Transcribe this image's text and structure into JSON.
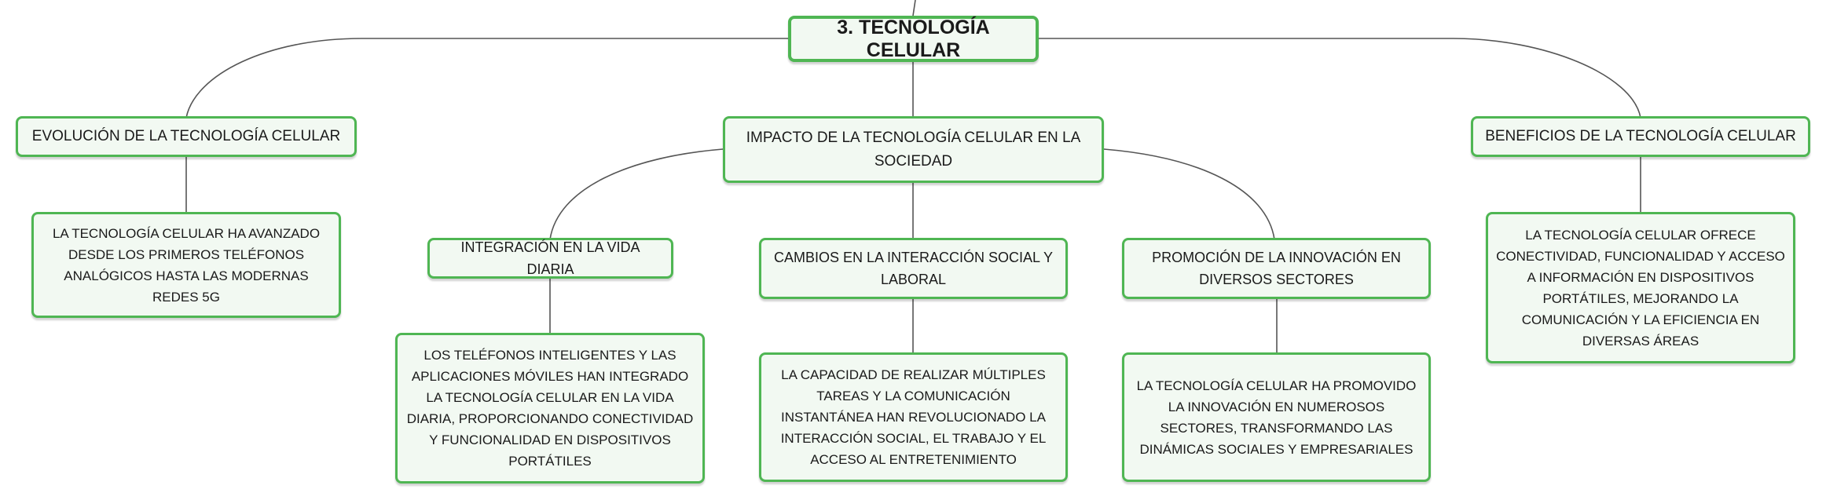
{
  "map": {
    "root": "3. TECNOLOGÍA CELULAR",
    "evolucion": {
      "title": "EVOLUCIÓN DE LA TECNOLOGÍA CELULAR",
      "detail": "LA TECNOLOGÍA CELULAR HA AVANZADO DESDE LOS PRIMEROS TELÉFONOS ANALÓGICOS HASTA LAS MODERNAS REDES 5G"
    },
    "impacto": {
      "title": "IMPACTO DE LA TECNOLOGÍA CELULAR EN LA SOCIEDAD",
      "integracion": {
        "title": "INTEGRACIÓN EN LA VIDA DIARIA",
        "detail": "LOS TELÉFONOS INTELIGENTES Y LAS APLICACIONES MÓVILES HAN INTEGRADO LA TECNOLOGÍA CELULAR EN LA VIDA DIARIA, PROPORCIONANDO CONECTIVIDAD Y FUNCIONALIDAD EN DISPOSITIVOS PORTÁTILES"
      },
      "cambios": {
        "title": "CAMBIOS EN LA INTERACCIÓN SOCIAL Y LABORAL",
        "detail": "LA CAPACIDAD DE REALIZAR MÚLTIPLES TAREAS Y LA COMUNICACIÓN INSTANTÁNEA HAN REVOLUCIONADO LA INTERACCIÓN SOCIAL, EL TRABAJO Y EL ACCESO AL ENTRETENIMIENTO"
      },
      "promocion": {
        "title": "PROMOCIÓN DE LA INNOVACIÓN EN DIVERSOS SECTORES",
        "detail": "LA TECNOLOGÍA CELULAR HA PROMOVIDO LA INNOVACIÓN EN NUMEROSOS SECTORES, TRANSFORMANDO LAS DINÁMICAS SOCIALES Y EMPRESARIALES"
      }
    },
    "beneficios": {
      "title": "BENEFICIOS DE LA TECNOLOGÍA CELULAR",
      "detail": "LA TECNOLOGÍA CELULAR OFRECE CONECTIVIDAD, FUNCIONALIDAD Y ACCESO A INFORMACIÓN EN DISPOSITIVOS PORTÁTILES, MEJORANDO LA COMUNICACIÓN Y LA EFICIENCIA EN DIVERSAS ÁREAS"
    }
  },
  "style": {
    "border_color": "#4fb653",
    "fill_color": "#f2f9f2",
    "line_color": "#555555"
  }
}
